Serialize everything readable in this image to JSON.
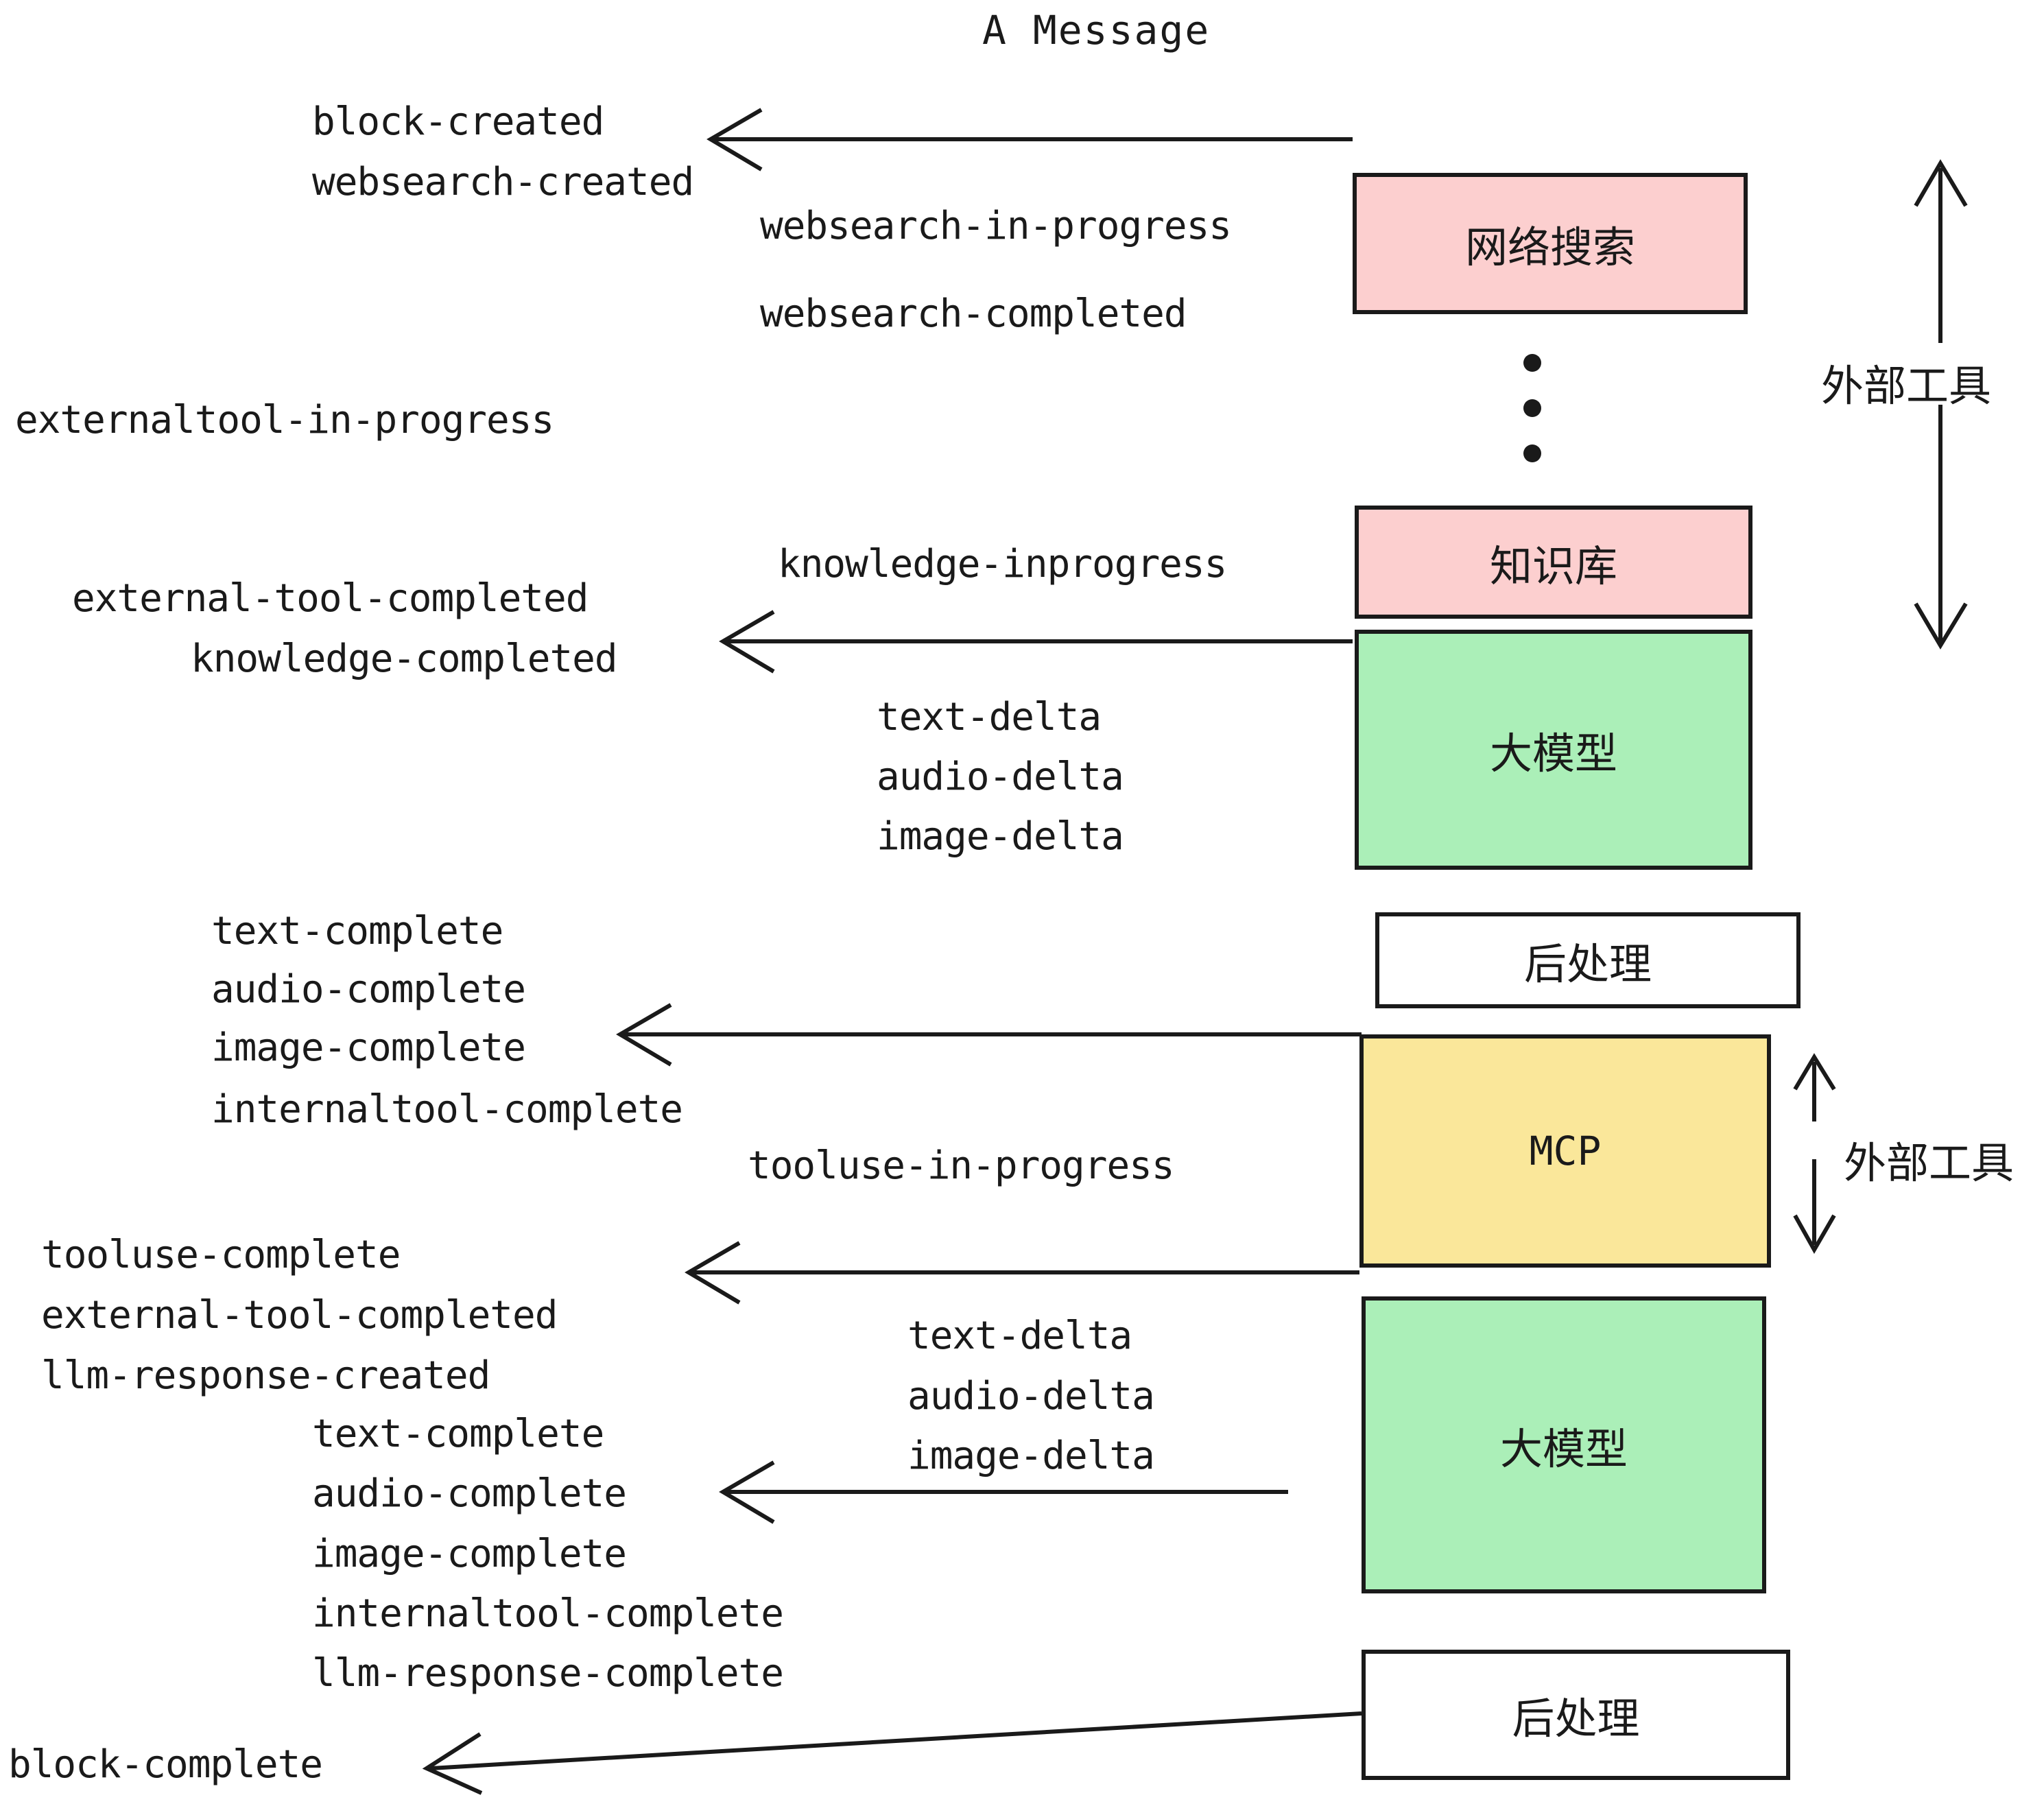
{
  "diagram": {
    "title": "A Message",
    "boxes": [
      {
        "id": "websearch",
        "label": "网络搜索",
        "color": "#fccfcf"
      },
      {
        "id": "knowledge",
        "label": "知识库",
        "color": "#fccfcf"
      },
      {
        "id": "llm-1",
        "label": "大模型",
        "color": "#abefb8"
      },
      {
        "id": "postproc-1",
        "label": "后处理",
        "color": "#ffffff"
      },
      {
        "id": "mcp",
        "label": "MCP",
        "color": "#fae79a"
      },
      {
        "id": "llm-2",
        "label": "大模型",
        "color": "#abefb8"
      },
      {
        "id": "postproc-2",
        "label": "后处理",
        "color": "#ffffff"
      }
    ],
    "side_annotations": [
      {
        "id": "external-tools-top",
        "label": "外部工具"
      },
      {
        "id": "external-tools-bottom",
        "label": "外部工具"
      }
    ],
    "events": {
      "block_created": "block-created",
      "websearch_created": "websearch-created",
      "websearch_in_progress": "websearch-in-progress",
      "websearch_completed": "websearch-completed",
      "externaltool_in_progress": "externaltool-in-progress",
      "knowledge_inprogress": "knowledge-inprogress",
      "external_tool_completed_1": "external-tool-completed",
      "knowledge_completed": "knowledge-completed",
      "text_delta_1": "text-delta",
      "audio_delta_1": "audio-delta",
      "image_delta_1": "image-delta",
      "text_complete_1": "text-complete",
      "audio_complete_1": "audio-complete",
      "image_complete_1": "image-complete",
      "internaltool_complete_1": "internaltool-complete",
      "tooluse_in_progress": "tooluse-in-progress",
      "tooluse_complete": "tooluse-complete",
      "external_tool_completed_2": "external-tool-completed",
      "llm_response_created": "llm-response-created",
      "text_delta_2": "text-delta",
      "audio_delta_2": "audio-delta",
      "image_delta_2": "image-delta",
      "text_complete_2": "text-complete",
      "audio_complete_2": "audio-complete",
      "image_complete_2": "image-complete",
      "internaltool_complete_2": "internaltool-complete",
      "llm_response_complete": "llm-response-complete",
      "block_complete": "block-complete"
    },
    "colors": {
      "stroke": "#1a1a1a",
      "pink": "#fccfcf",
      "green": "#abefb8",
      "yellow": "#fae79a",
      "white": "#ffffff"
    }
  }
}
